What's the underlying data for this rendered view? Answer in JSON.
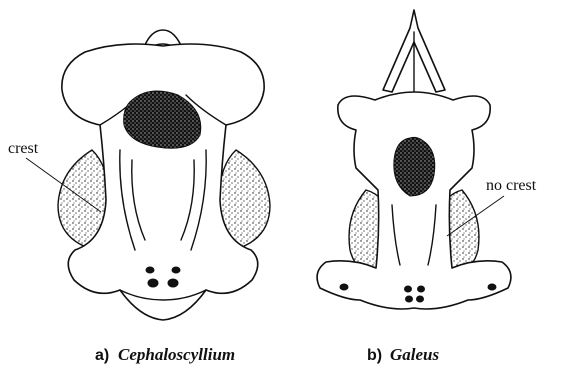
{
  "figure": {
    "labels": {
      "crest": "crest",
      "no_crest": "no crest"
    },
    "captions": {
      "a_letter": "a)",
      "a_genus": "Cephaloscyllium",
      "b_letter": "b)",
      "b_genus": "Galeus"
    }
  }
}
